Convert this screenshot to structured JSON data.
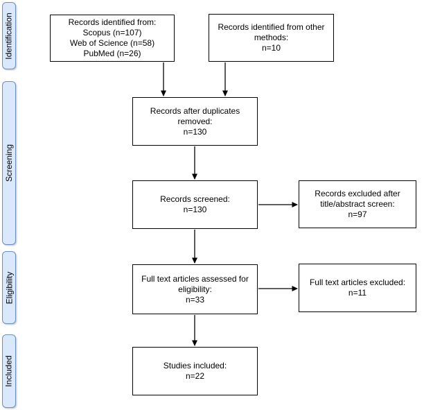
{
  "diagram": {
    "type": "prisma-flowchart",
    "stage_labels": [
      {
        "id": "identification",
        "label": "Identification"
      },
      {
        "id": "screening",
        "label": "Screening"
      },
      {
        "id": "eligibility",
        "label": "Eligibility"
      },
      {
        "id": "included",
        "label": "Included"
      }
    ],
    "boxes": {
      "identified_databases": {
        "text": "Records identified from:\nScopus (n=107)\nWeb of Science (n=58)\nPubMed (n=26)"
      },
      "identified_other_methods": {
        "text": "Records identified from other\nmethods:\nn=10"
      },
      "after_duplicates_removed": {
        "text": "Records after duplicates\nremoved:\nn=130"
      },
      "records_screened": {
        "text": "Records screened:\nn=130"
      },
      "records_excluded": {
        "text": "Records excluded after\ntitle/abstract screen:\nn=97"
      },
      "fulltext_assessed": {
        "text": "Full text articles assessed for\neligibility:\nn=33"
      },
      "fulltext_excluded": {
        "text": "Full text articles excluded:\nn=11"
      },
      "studies_included": {
        "text": "Studies included:\nn=22"
      }
    },
    "counts": {
      "scopus": 107,
      "web_of_science": 58,
      "pubmed": 26,
      "other_methods": 10,
      "after_duplicates_removed": 130,
      "screened": 130,
      "excluded_title_abstract": 97,
      "fulltext_assessed": 33,
      "fulltext_excluded": 11,
      "studies_included": 22
    },
    "colors": {
      "stage_fill": "#dae8fc",
      "stage_border": "#6c8ebf",
      "box_fill": "#ffffff",
      "box_border": "#000000",
      "arrow": "#000000",
      "text": "#000000"
    }
  }
}
